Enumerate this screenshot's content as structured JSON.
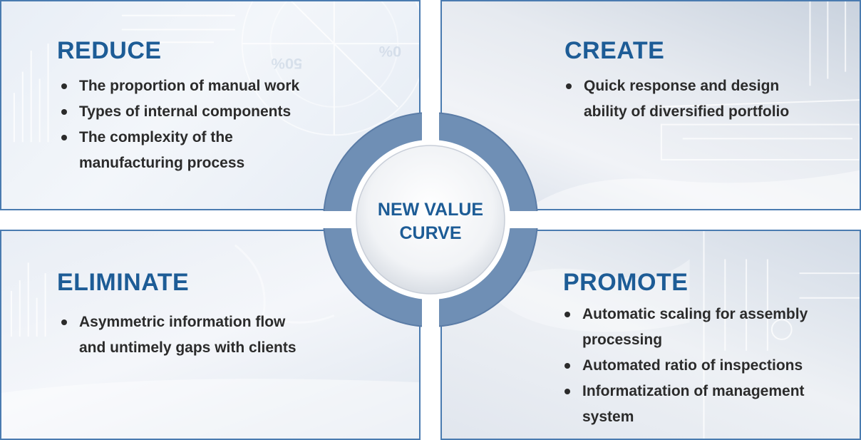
{
  "quadrants": {
    "reduce": {
      "title": "REDUCE",
      "items": [
        "The proportion of manual work",
        "Types of internal components",
        "The complexity of the\nmanufacturing process"
      ]
    },
    "create": {
      "title": "CREATE",
      "items": [
        "Quick response and design\nability of diversified portfolio"
      ]
    },
    "eliminate": {
      "title": "ELIMINATE",
      "items": [
        "Asymmetric information flow\nand untimely gaps with clients"
      ]
    },
    "promote": {
      "title": "PROMOTE",
      "items": [
        "Automatic scaling for assembly\nprocessing",
        "Automated ratio of inspections",
        "Informatization of management\nsystem"
      ]
    }
  },
  "center": {
    "label_line1": "NEW VALUE",
    "label_line2": "CURVE"
  },
  "colors": {
    "title_blue": "#1d5c96",
    "border_blue": "#4a7bb0",
    "ring_blue": "#6f8fb5",
    "text_dark": "#2b2b2b"
  }
}
